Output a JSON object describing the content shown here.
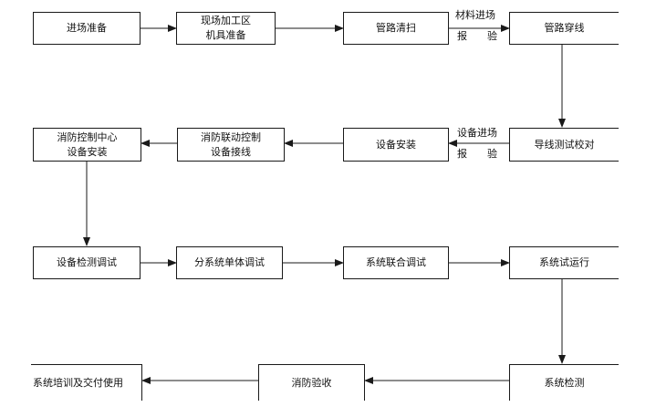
{
  "nodes": {
    "n1": "进场准备",
    "n2": "现场加工区\n机具准备",
    "n3": "管路清扫",
    "n4": "管路穿线",
    "n5": "导线测试校对",
    "n6": "设备安装",
    "n7": "消防联动控制\n设备接线",
    "n8": "消防控制中心\n设备安装",
    "n9": "设备检测调试",
    "n10": "分系统单体调试",
    "n11": "系统联合调试",
    "n12": "系统试运行",
    "n13": "系统检测",
    "n14": "消防验收",
    "n15": "系统培训及交付使用"
  },
  "notes": {
    "material_top": "材料进场",
    "material_bottom": "报　　验",
    "device_top": "设备进场",
    "device_bottom": "报　　验"
  }
}
